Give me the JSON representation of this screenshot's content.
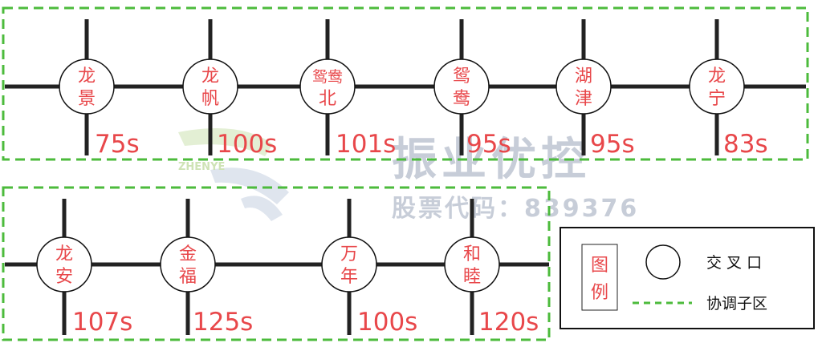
{
  "subzones": [
    {
      "intersections": [
        {
          "lines": [
            "龙",
            "景"
          ],
          "cycle": "75s"
        },
        {
          "lines": [
            "龙",
            "帆"
          ],
          "cycle": "100s"
        },
        {
          "lines": [
            "鸳鸯",
            "北"
          ],
          "cycle": "101s"
        },
        {
          "lines": [
            "鸳",
            "鸯"
          ],
          "cycle": "95s"
        },
        {
          "lines": [
            "湖",
            "津"
          ],
          "cycle": "95s"
        },
        {
          "lines": [
            "龙",
            "宁"
          ],
          "cycle": "83s"
        }
      ]
    },
    {
      "intersections": [
        {
          "lines": [
            "龙",
            "安"
          ],
          "cycle": "107s"
        },
        {
          "lines": [
            "金",
            "福"
          ],
          "cycle": "125s"
        },
        {
          "lines": [
            "万",
            "年"
          ],
          "cycle": "100s"
        },
        {
          "lines": [
            "和",
            "睦"
          ],
          "cycle": "120s"
        }
      ]
    }
  ],
  "legend": {
    "title": [
      "图",
      "例"
    ],
    "intersection_label": "交 叉 口",
    "subzone_label": "协调子区"
  },
  "watermark": {
    "company": "振业优控",
    "stock": "股票代码：839376",
    "logo_text": "ZHENYE"
  },
  "colors": {
    "road": "#222222",
    "label": "#e8474a",
    "subzone_border": "#4cbb3c"
  }
}
